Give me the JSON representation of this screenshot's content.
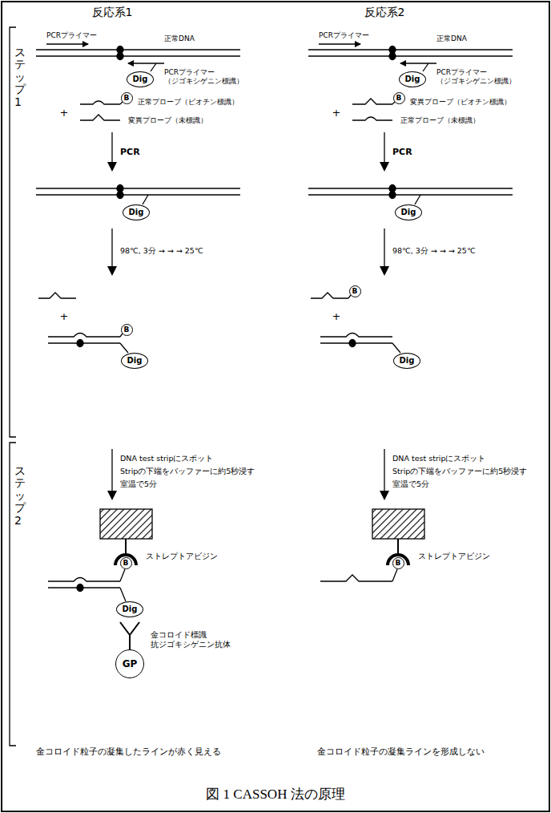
{
  "diagram": {
    "caption": "図 1 CASSOH 法の原理",
    "nodes": [
      {
        "text": [
          "Dig"
        ]
      },
      {
        "text": [
          "Dig"
        ]
      },
      {
        "text": [
          "B"
        ]
      },
      {
        "text": [
          "B"
        ]
      },
      {
        "text": [
          "Dig"
        ]
      },
      {
        "text": [
          "Dig"
        ]
      },
      {
        "text": [
          "B"
        ]
      },
      {
        "text": [
          "B"
        ]
      },
      {
        "text": [
          "Dig"
        ]
      },
      {
        "text": [
          "Dig"
        ]
      },
      {
        "text": [
          "B"
        ]
      },
      {
        "text": [
          "B"
        ]
      },
      {
        "text": [
          "Dig"
        ]
      },
      {
        "text": [
          "GP"
        ]
      }
    ],
    "labels": [
      "反応系1",
      "反応系2",
      "ステップ1",
      "ステップ2",
      "PCRプライマー",
      "正常DNA",
      "PCRプライマー （ジゴキシゲニン標識）",
      "正常プローブ（ビオチン標識）",
      "+",
      "変異プローブ（未標識）",
      "PCRプライマー",
      "正常DNA",
      "PCRプライマー （ジゴキシゲニン標識）",
      "変異プローブ（ビオチン標識）",
      "+",
      "正常プローブ（未標識）",
      "PCR",
      "PCR",
      "98℃, 3分 → → → 25℃",
      "98℃, 3分 → → → 25℃",
      "+",
      "+",
      "DNA test stripにスポット",
      "Stripの下端をバッファーに約5秒浸す",
      "室温で5分",
      "DNA test stripにスポット",
      "Stripの下端をバッファーに約5秒浸す",
      "室温で5分",
      "ストレプトアビジン",
      "ストレプトアビジン",
      "金コロイド標識 抗ジゴキシゲニン抗体",
      "金コロイド粒子の凝集したラインが赤く見える",
      "金コロイド粒子の凝集ラインを形成しない"
    ]
  }
}
